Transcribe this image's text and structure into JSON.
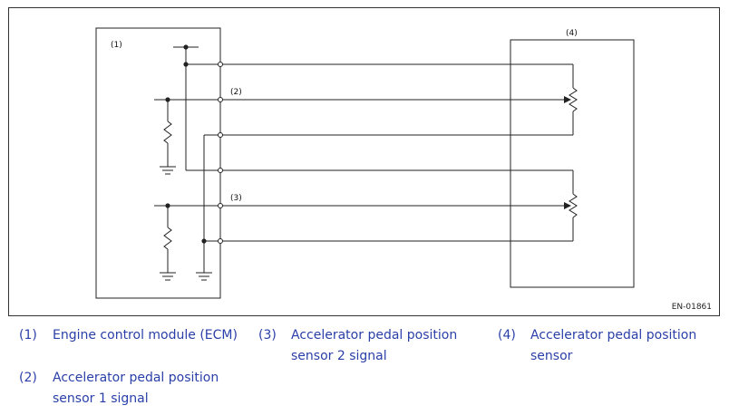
{
  "diagram": {
    "labels": {
      "ecm": "(1)",
      "signal1": "(2)",
      "signal2": "(3)",
      "sensor": "(4)"
    },
    "figure_code": "EN-01861"
  },
  "legend": {
    "items": [
      {
        "num": "(1)",
        "text": "Engine control module (ECM)"
      },
      {
        "num": "(3)",
        "text": "Accelerator pedal position\nsensor 2 signal"
      },
      {
        "num": "(4)",
        "text": "Accelerator pedal position\nsensor"
      },
      {
        "num": "(2)",
        "text": "Accelerator pedal position\nsensor 1 signal"
      }
    ]
  },
  "colors": {
    "wire": "#222222",
    "legend_text": "#2a3fa8"
  }
}
